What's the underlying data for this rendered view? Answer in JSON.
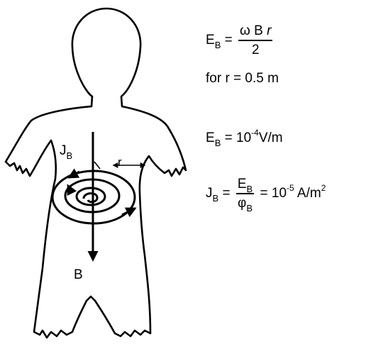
{
  "diagram": {
    "body_labels": {
      "current": "J",
      "current_sub": "B",
      "radius": "r",
      "field": "B"
    },
    "equations": {
      "eb_formula": {
        "lhs": "E",
        "lhs_sub": "B",
        "eq": "=",
        "num_a": "ω",
        "num_b": "B",
        "num_c": "r",
        "den": "2"
      },
      "condition": "for r = 0.5 m",
      "eb_value": {
        "lhs": "E",
        "lhs_sub": "B",
        "eq": "=",
        "base": "10",
        "exp": "-4",
        "unit": "V/m"
      },
      "jb_formula": {
        "lhs": "J",
        "lhs_sub": "B",
        "eq1": "=",
        "num": "E",
        "num_sub": "B",
        "den": "φ",
        "den_sub": "B",
        "eq2": "=",
        "base": "10",
        "exp": "-5",
        "unit": "A/m",
        "unit_exp": "2"
      }
    }
  }
}
